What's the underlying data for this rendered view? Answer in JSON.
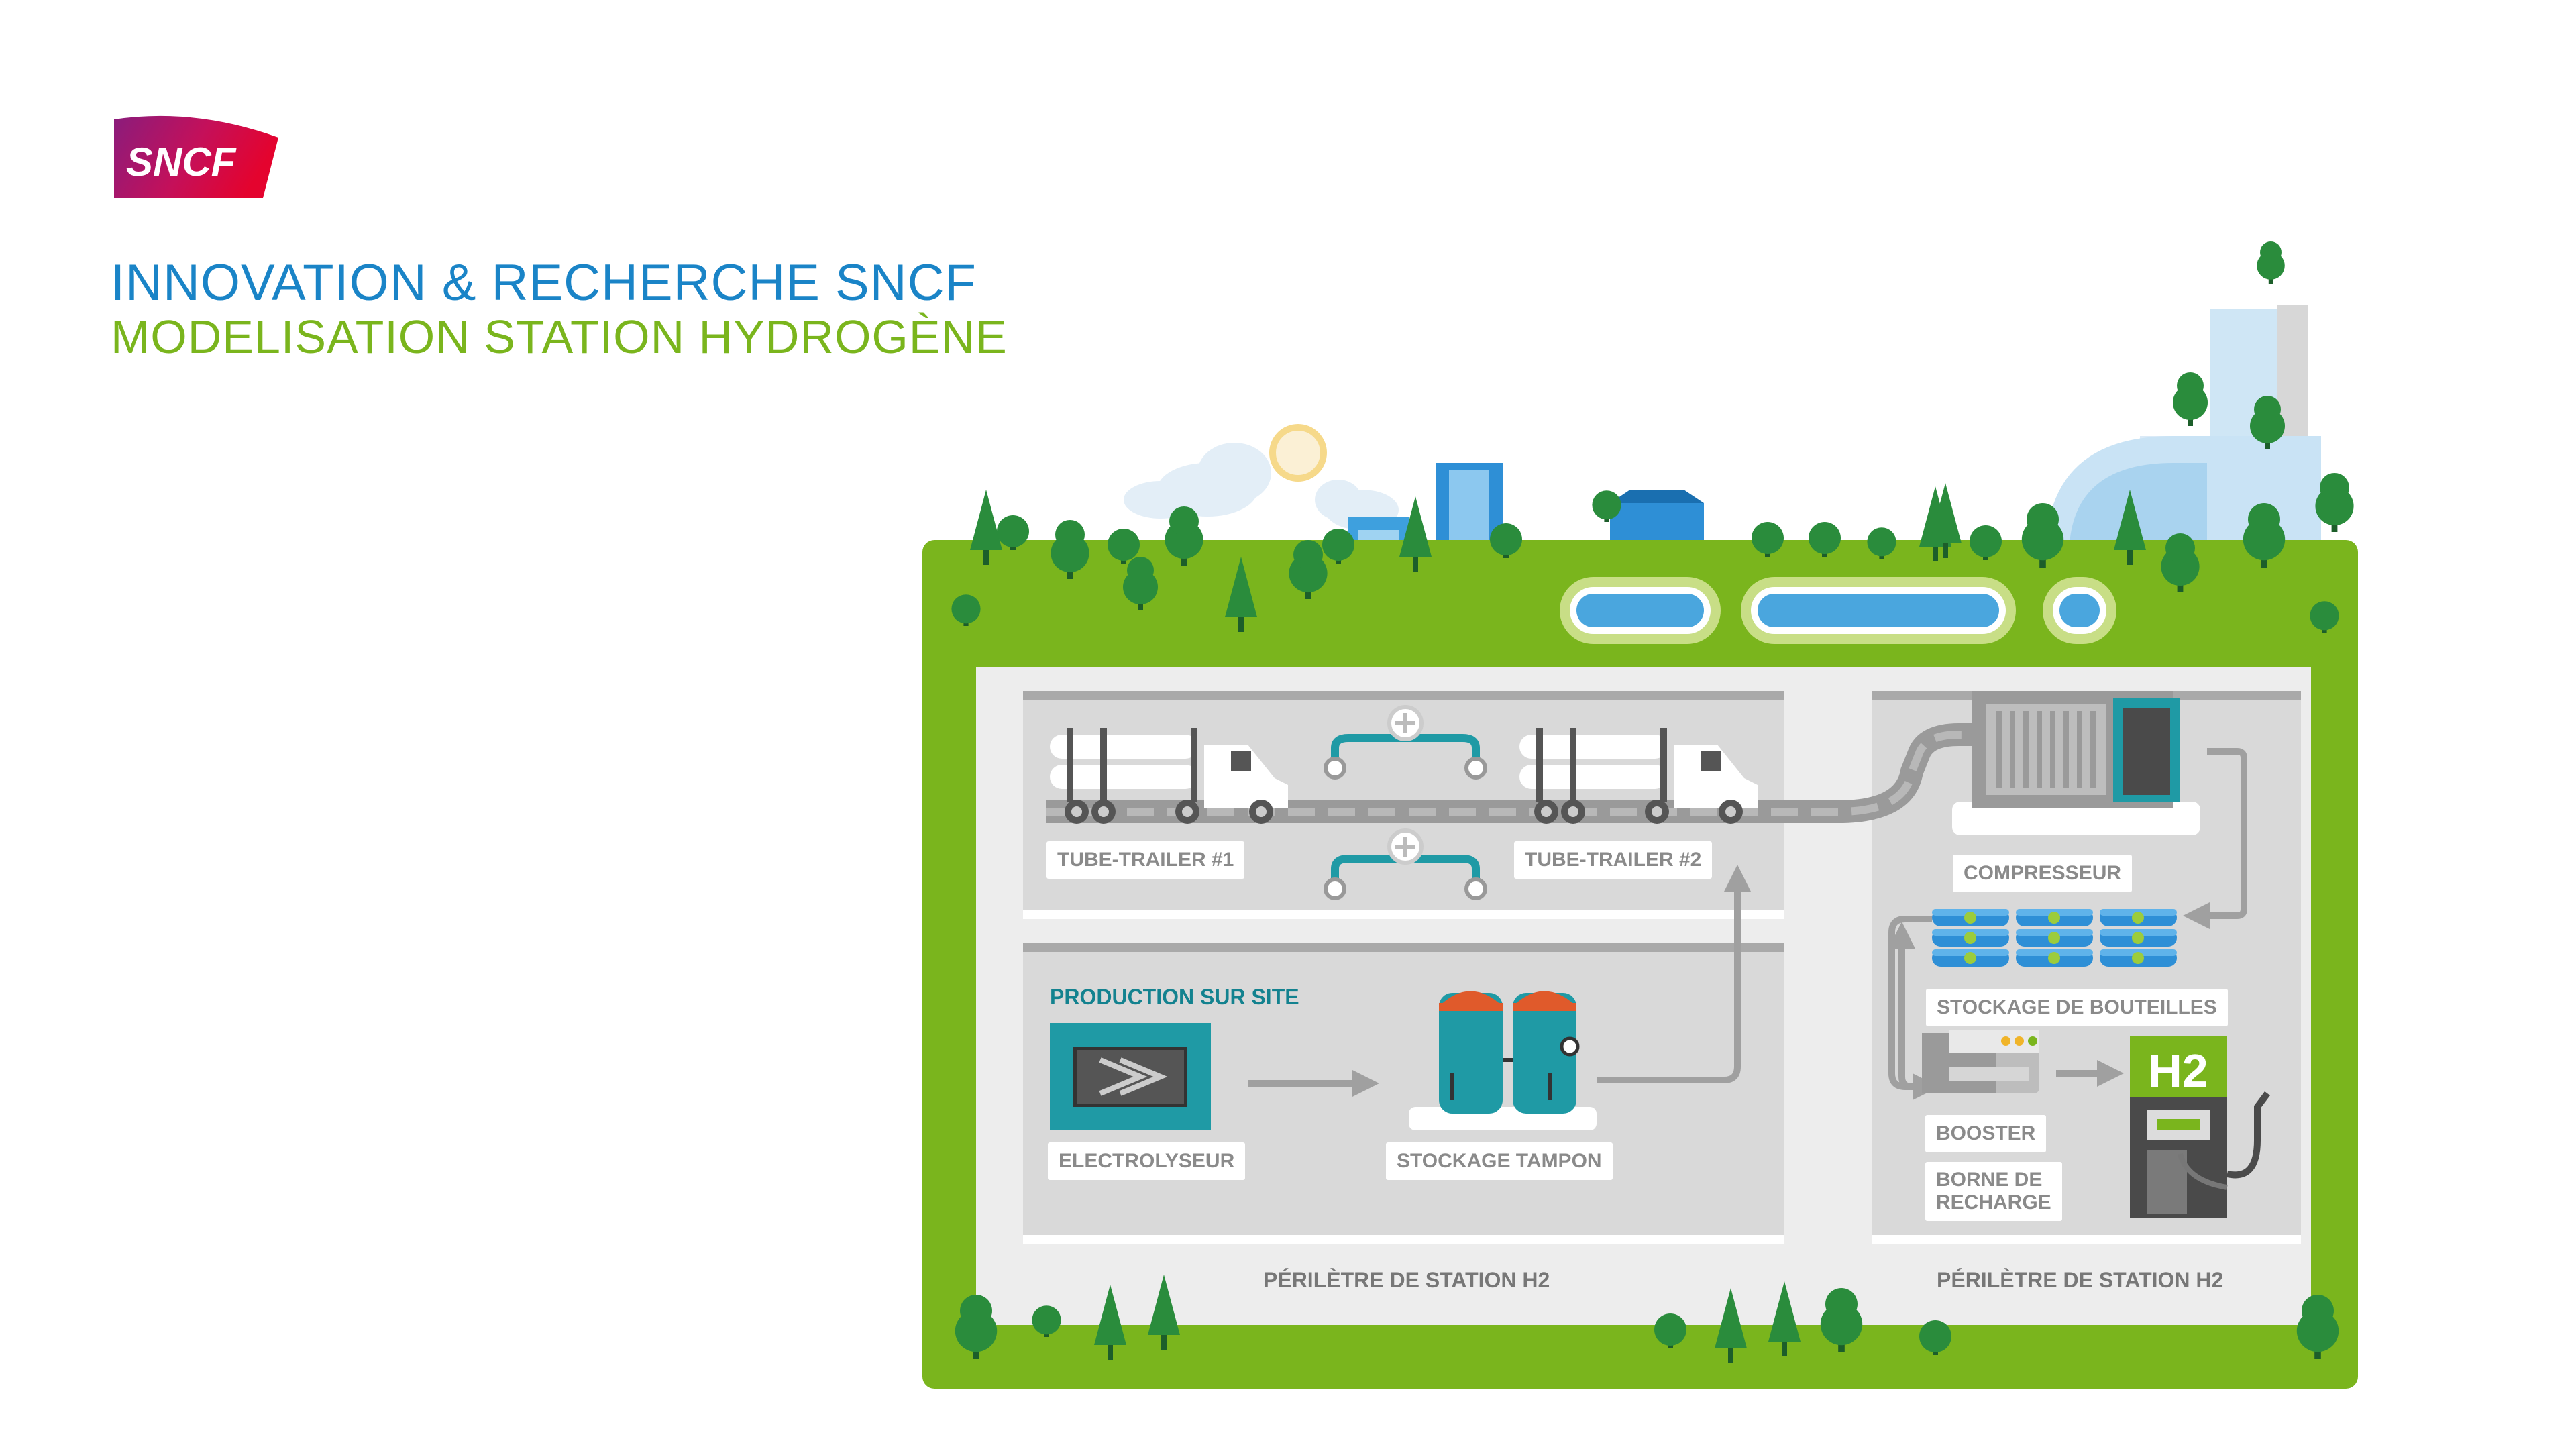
{
  "header": {
    "logo_text": "SNCF",
    "title_line1": "INNOVATION & RECHERCHE SNCF",
    "title_line2": "MODELISATION STATION HYDROGÈNE"
  },
  "labels": {
    "tube_trailer_1": "TUBE-TRAILER #1",
    "tube_trailer_2": "TUBE-TRAILER #2",
    "production_sur_site": "PRODUCTION SUR SITE",
    "electrolyseur": "ELECTROLYSEUR",
    "stockage_tampon": "STOCKAGE TAMPON",
    "compresseur": "COMPRESSEUR",
    "stockage_bouteilles": "STOCKAGE DE BOUTEILLES",
    "booster": "BOOSTER",
    "borne_line1": "BORNE DE",
    "borne_line2": "RECHARGE",
    "perimetre_left": "PÉRILÈTRE DE STATION H2",
    "perimetre_right": "PÉRILÈTRE DE STATION H2",
    "pump_sign": "H2"
  },
  "colors": {
    "sncf_red": "#e4032e",
    "sncf_purple": "#8a1c7c",
    "title_blue": "#1a84c7",
    "title_green": "#7ab51d",
    "grass": "#7ab51d",
    "tree": "#2a8c3c",
    "panel": "#dcdcdc",
    "teal": "#13828f"
  }
}
